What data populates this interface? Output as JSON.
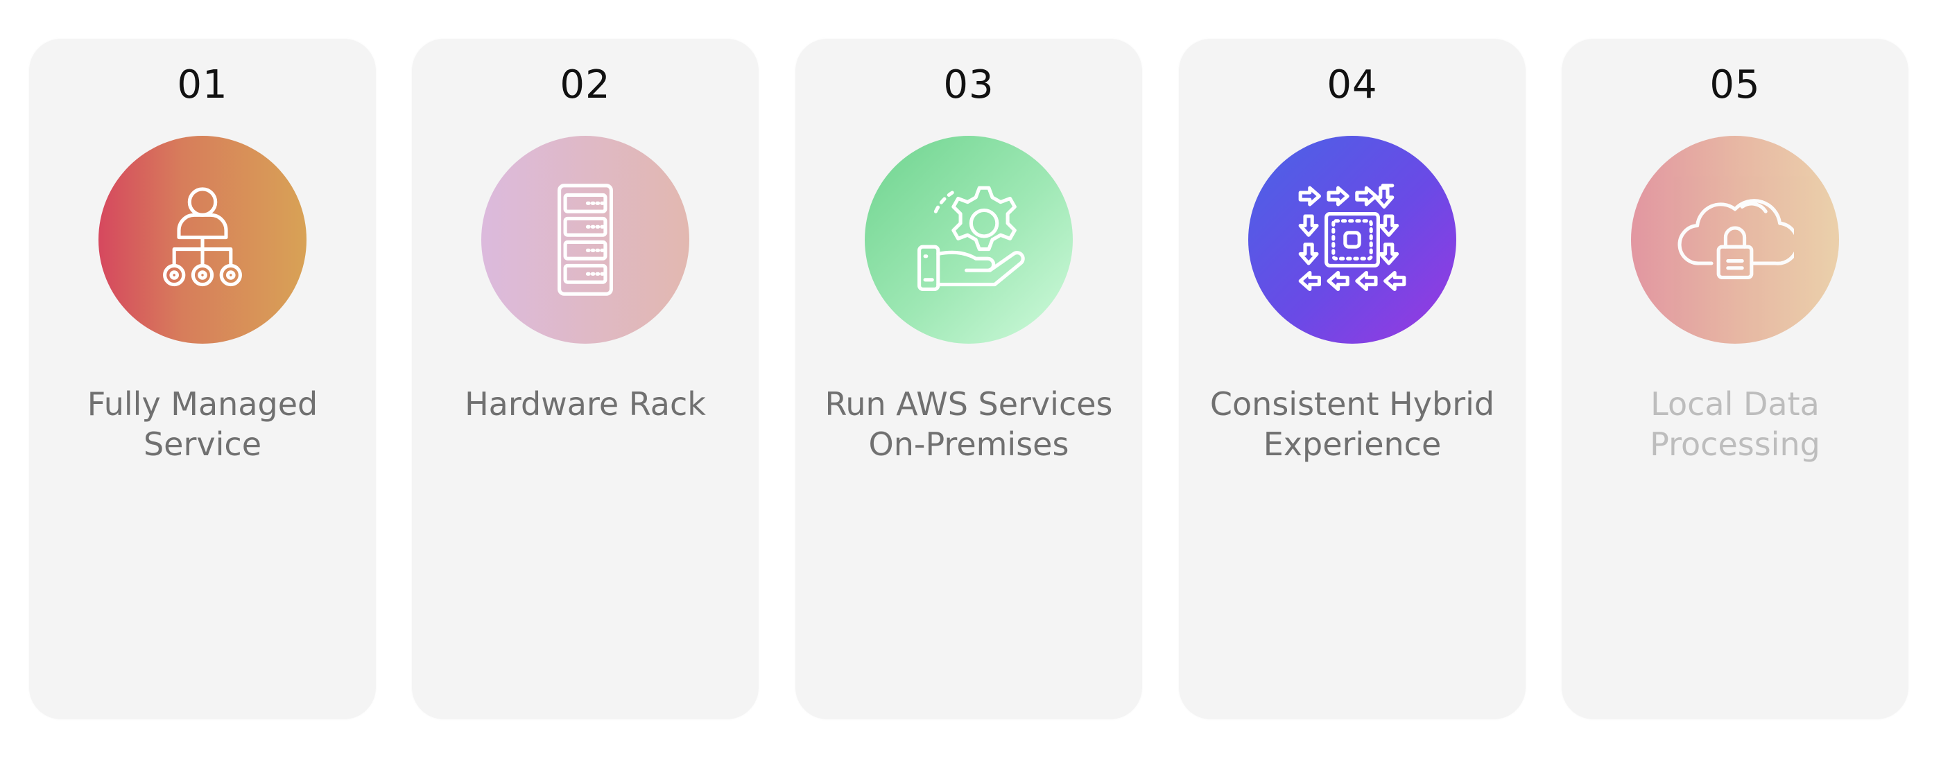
{
  "cards": [
    {
      "number": "01",
      "title": "Fully Managed Service",
      "icon": "user-network-icon",
      "gradient": [
        "#d6485e",
        "#d8a256"
      ]
    },
    {
      "number": "02",
      "title": "Hardware Rack",
      "icon": "server-rack-icon",
      "gradient": [
        "#dcbadd",
        "#e2b8b0"
      ]
    },
    {
      "number": "03",
      "title": "Run AWS Services On-Premises",
      "icon": "hand-gear-icon",
      "gradient": [
        "#7ad899",
        "#c7f8d6"
      ]
    },
    {
      "number": "04",
      "title": "Consistent Hybrid Experience",
      "icon": "chip-arrows-icon",
      "gradient": [
        "#4f58e4",
        "#8b3be4"
      ]
    },
    {
      "number": "05",
      "title": "Local Data Processing",
      "icon": "cloud-lock-icon",
      "gradient": [
        "#e08f95",
        "#e8c69a"
      ]
    }
  ]
}
